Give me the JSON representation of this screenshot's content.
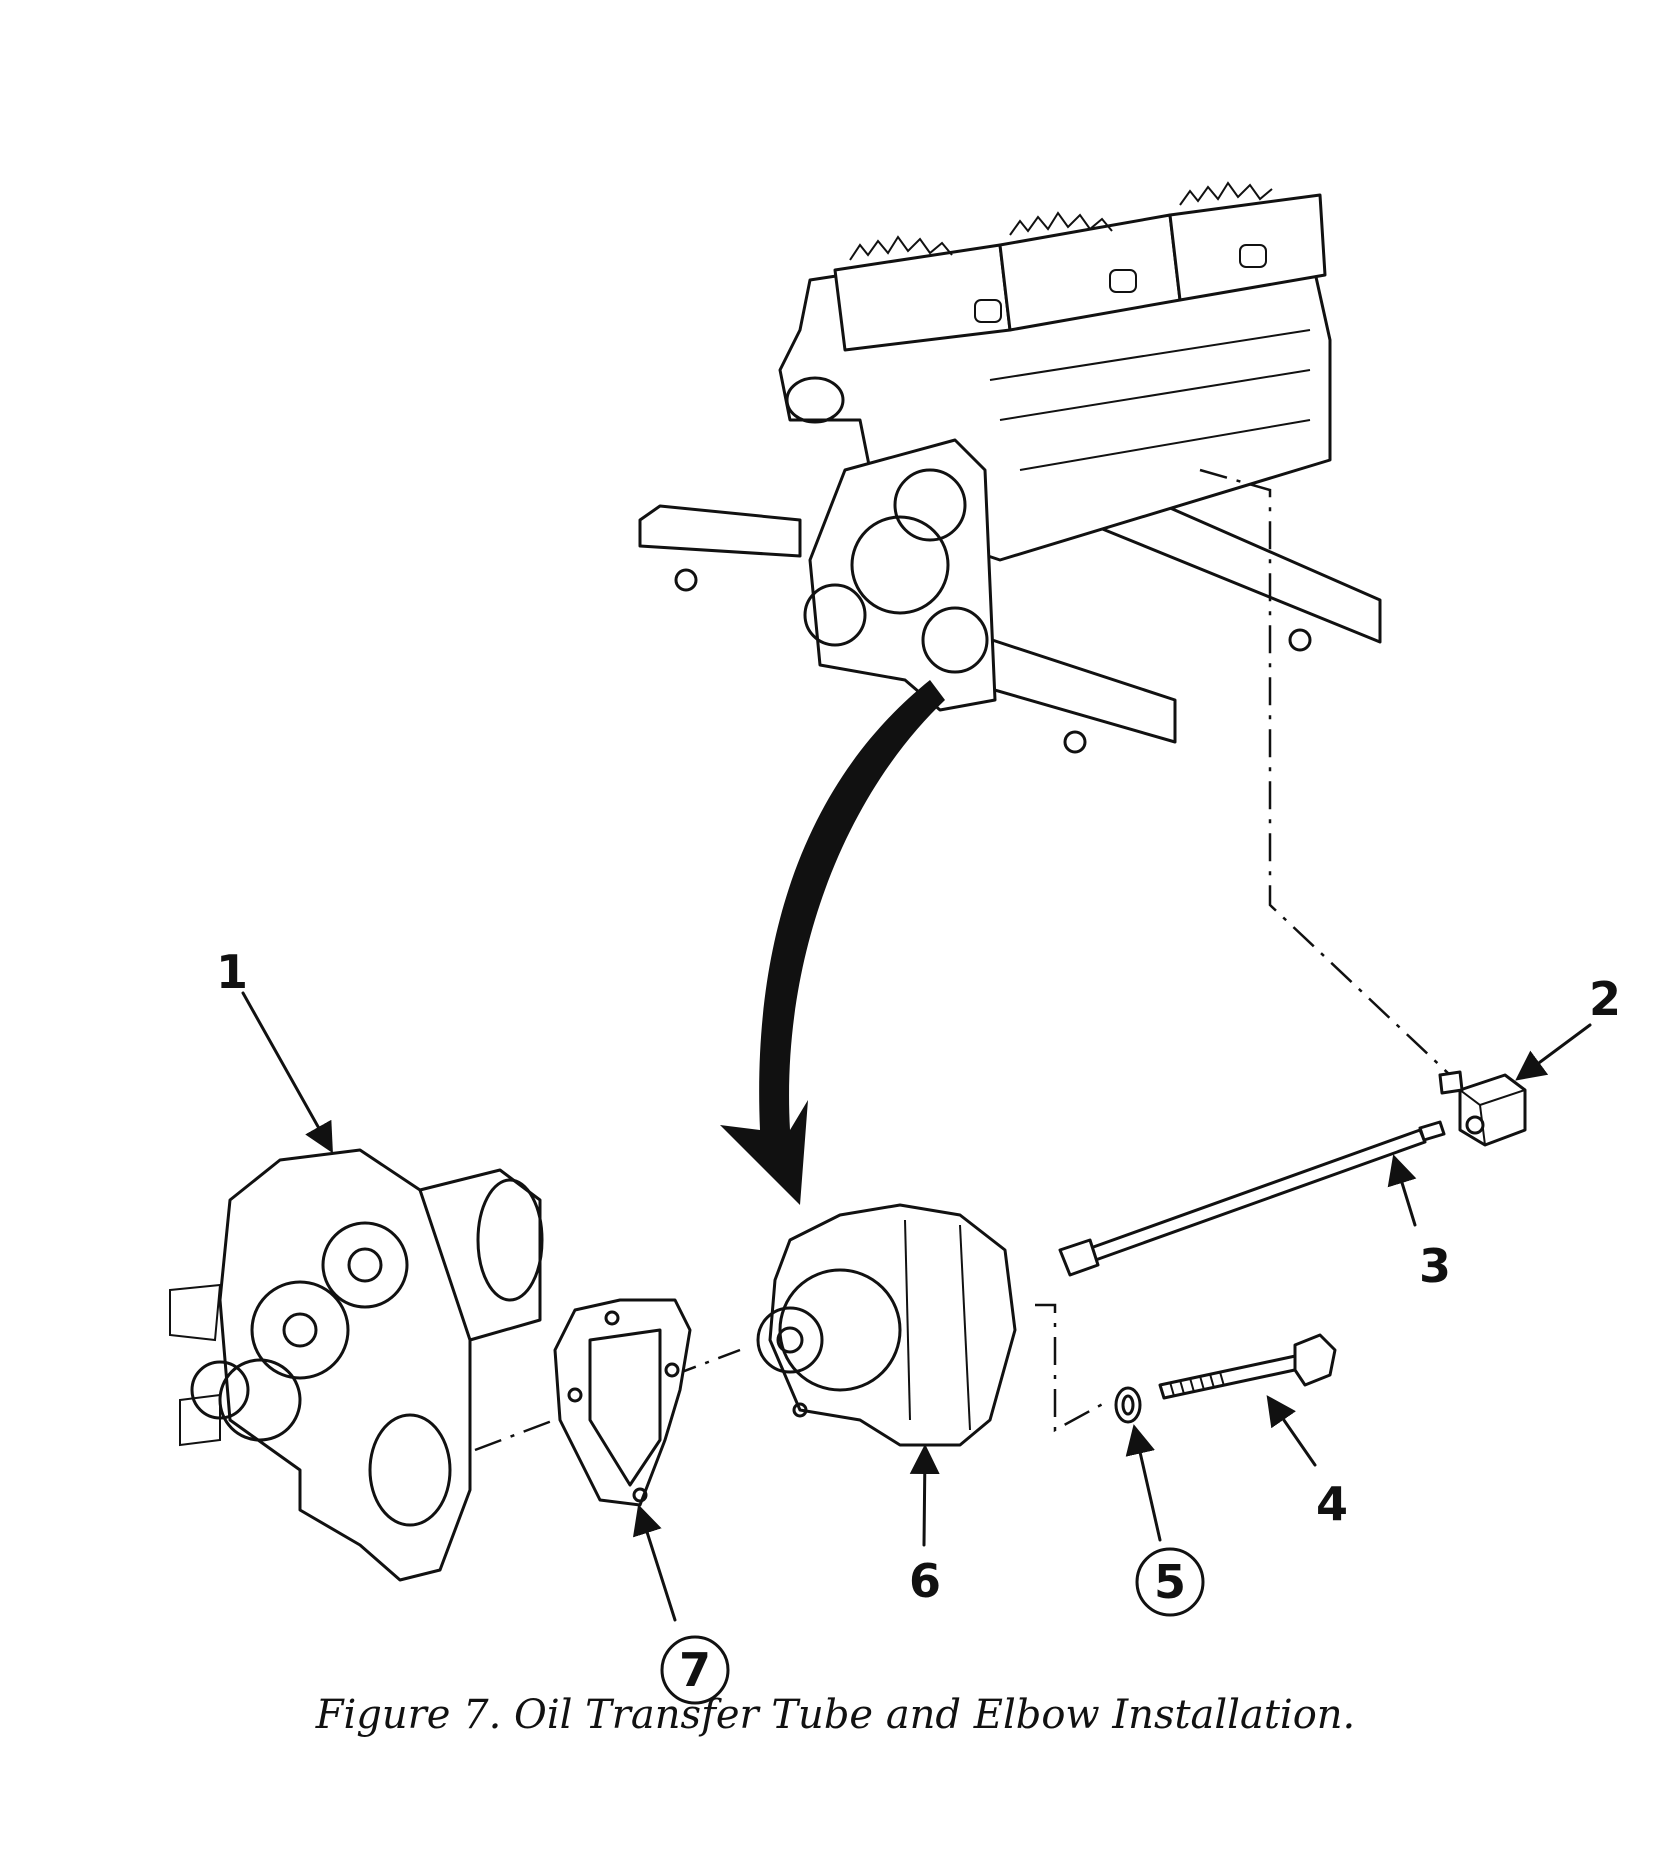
{
  "figure": {
    "caption": "Figure 7.  Oil Transfer Tube and Elbow Installation.",
    "callouts": [
      {
        "id": "1",
        "label": "1",
        "circled": false
      },
      {
        "id": "2",
        "label": "2",
        "circled": false
      },
      {
        "id": "3",
        "label": "3",
        "circled": false
      },
      {
        "id": "4",
        "label": "4",
        "circled": false
      },
      {
        "id": "5",
        "label": "5",
        "circled": true
      },
      {
        "id": "6",
        "label": "6",
        "circled": false
      },
      {
        "id": "7",
        "label": "7",
        "circled": true
      }
    ]
  }
}
